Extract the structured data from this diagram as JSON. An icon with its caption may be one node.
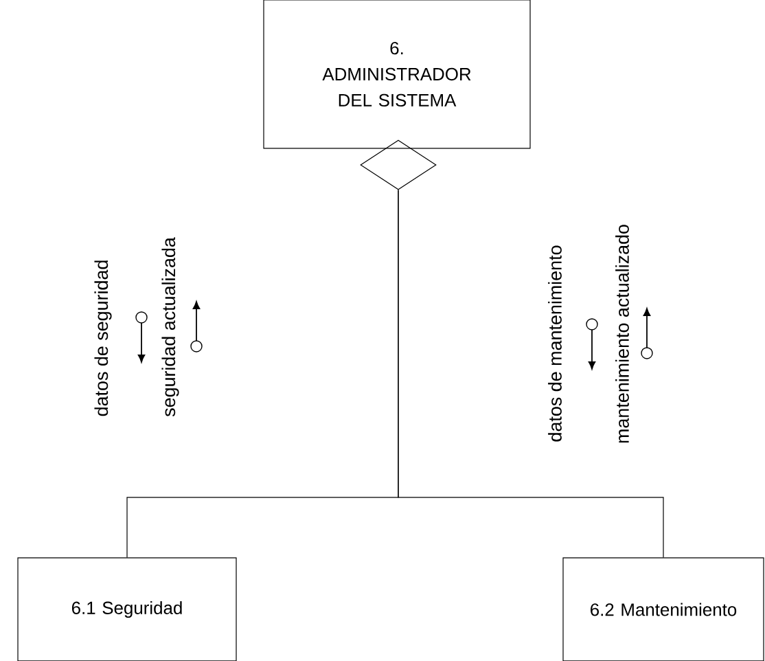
{
  "diagram": {
    "nodes": [
      {
        "text": [
          "6. ADMINISTRADOR DEL SISTEMA"
        ]
      },
      {
        "text": [],
        "shape": "diamond"
      },
      {
        "text": [
          "6.1 Seguridad"
        ]
      },
      {
        "text": [
          "6.2 Mantenimiento"
        ]
      }
    ],
    "edges": [
      {
        "from": 1,
        "to": 2,
        "arrow": "none"
      },
      {
        "from": 1,
        "to": 3,
        "arrow": "none"
      }
    ],
    "labels": [
      "datos de seguridad",
      "seguridad actualizada",
      "datos de mantenimiento",
      "mantenimiento actualizado"
    ]
  }
}
